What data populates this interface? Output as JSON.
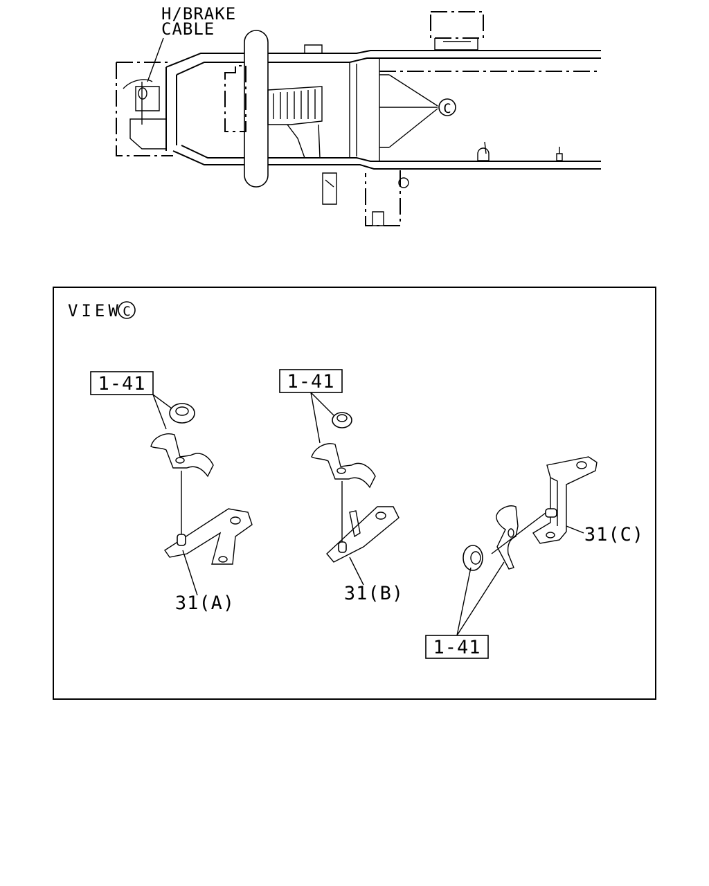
{
  "frame_view": {
    "callout_hbrake_line1": "H/BRAKE",
    "callout_hbrake_line2": "CABLE",
    "view_marker": "C"
  },
  "detail_view": {
    "title_text": "VIEW",
    "title_marker": "C",
    "parts": [
      {
        "part_ref": "1-41",
        "bracket_label": "31(A)"
      },
      {
        "part_ref": "1-41",
        "bracket_label": "31(B)"
      },
      {
        "part_ref": "1-41",
        "bracket_label": "31(C)"
      }
    ]
  }
}
